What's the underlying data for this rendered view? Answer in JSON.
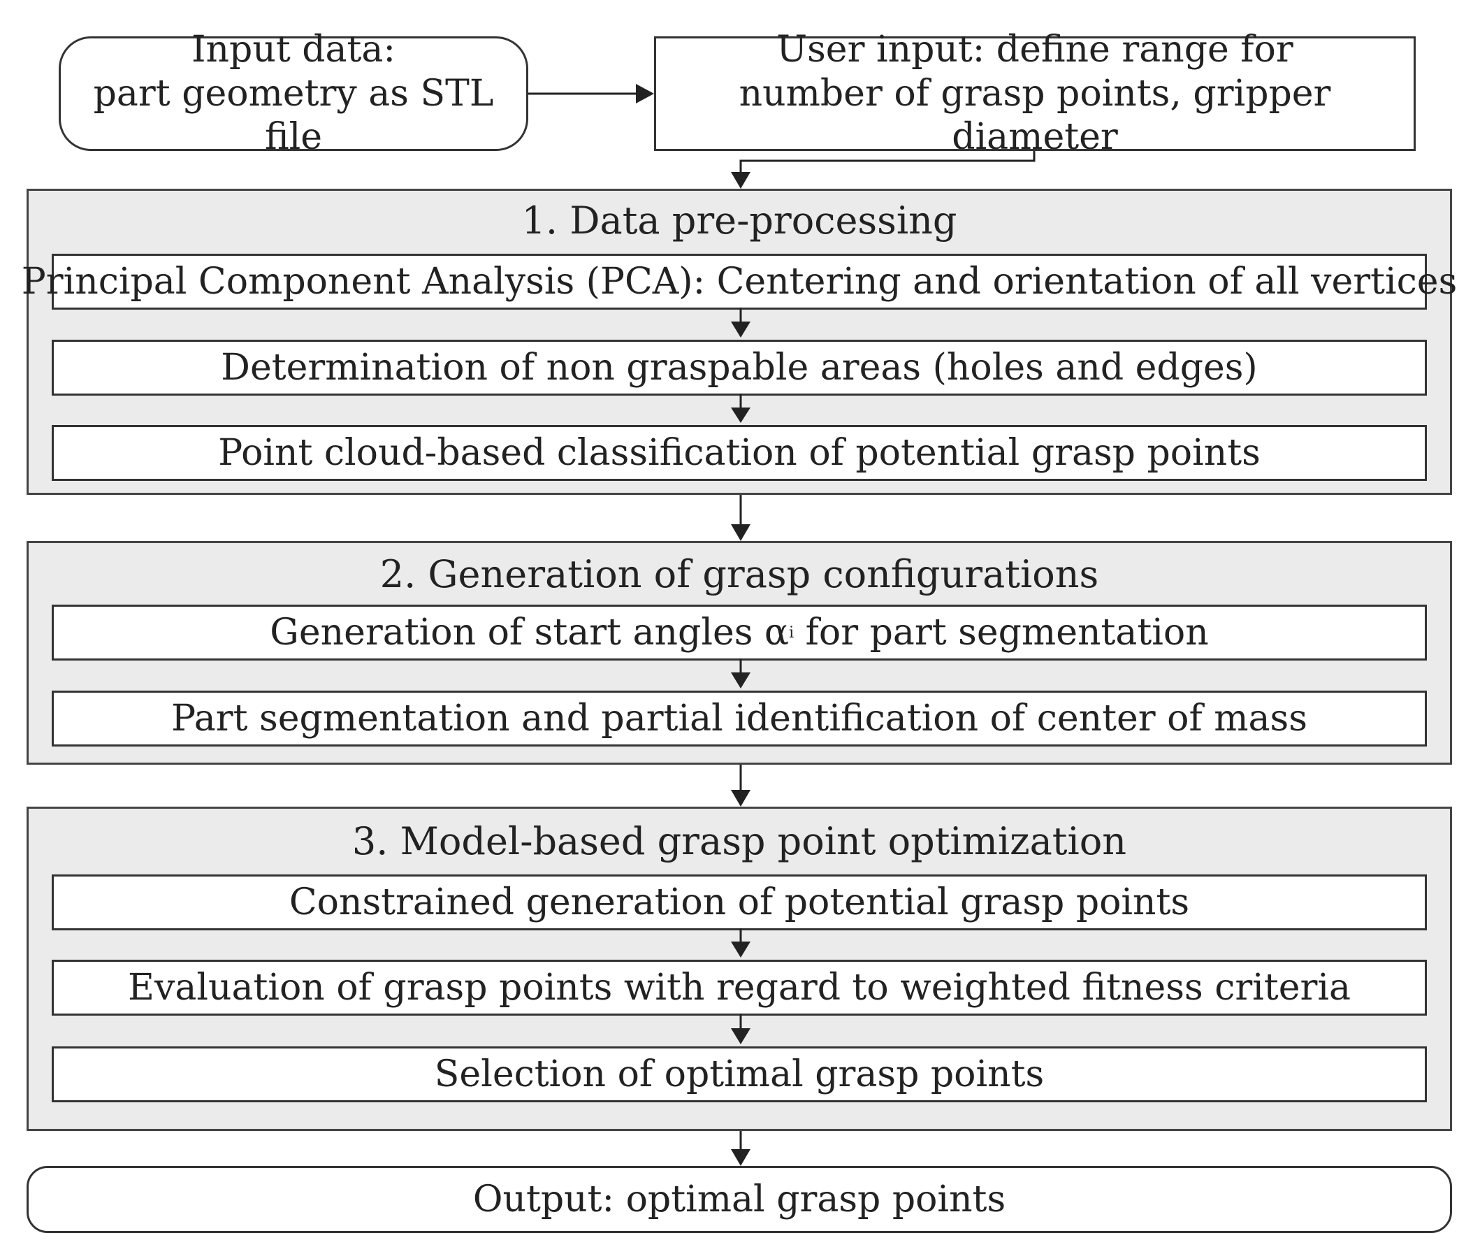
{
  "input_box": {
    "line1": "Input data:",
    "line2": "part geometry as STL file"
  },
  "user_input_box": {
    "line1": "User input: define range for",
    "line2": "number of grasp points, gripper diameter"
  },
  "stage1": {
    "title": "1. Data pre-processing",
    "steps": [
      "Principal Component Analysis (PCA): Centering and orientation of all vertices",
      "Determination of non graspable areas (holes and edges)",
      "Point cloud-based classification of potential grasp points"
    ]
  },
  "stage2": {
    "title": "2. Generation of grasp configurations",
    "step1_before": "Generation of start angles α",
    "step1_sub": "i",
    "step1_after": " for part segmentation",
    "step2": "Part segmentation and partial identification of center of mass"
  },
  "stage3": {
    "title": "3. Model-based grasp point optimization",
    "steps": [
      "Constrained generation of potential grasp points",
      "Evaluation of grasp points with regard to weighted fitness criteria",
      "Selection of optimal grasp points"
    ]
  },
  "output_box": {
    "label": "Output: optimal grasp points"
  }
}
